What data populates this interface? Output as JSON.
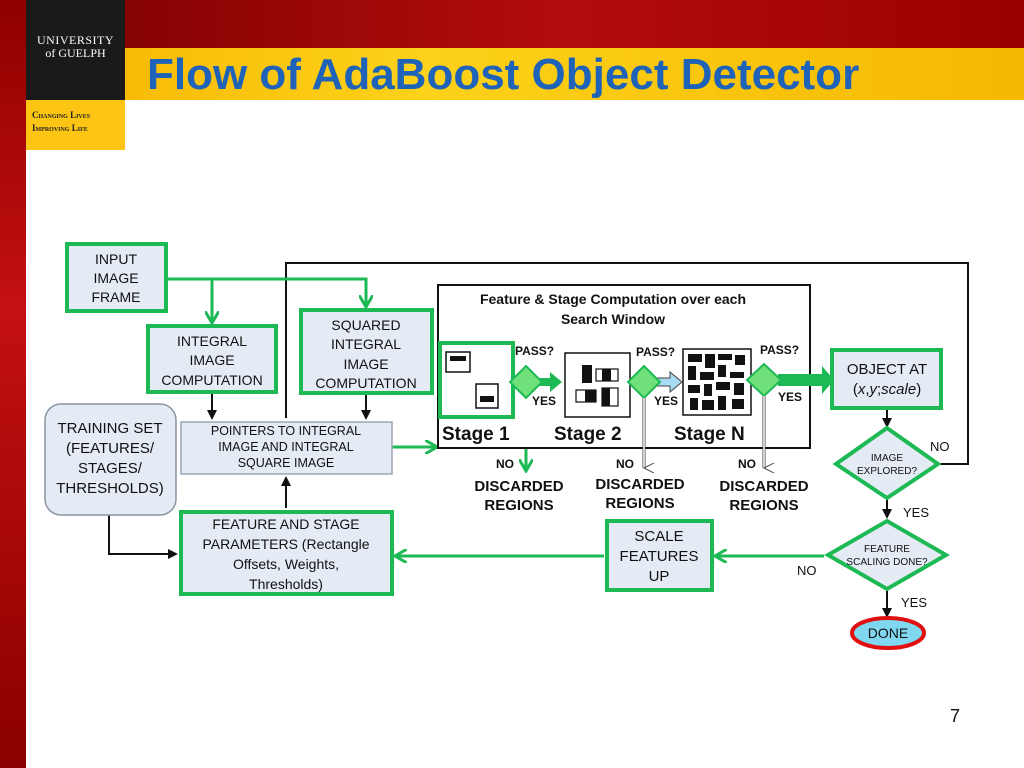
{
  "logo": {
    "line1": "UNIVERSITY",
    "line2": "of GUELPH"
  },
  "motto": {
    "line1": "Changing Lives",
    "line2": "Improving Life"
  },
  "title": "Flow of AdaBoost Object Detector",
  "page_number": "7",
  "colors": {
    "highlight_green": "#1db954",
    "title_blue": "#1f63b8",
    "box_fill": "#e4ebf4",
    "done_border": "#e01010",
    "done_fill": "#7fd8f0"
  },
  "diagram": {
    "input": [
      "INPUT",
      "IMAGE",
      "FRAME"
    ],
    "integral": [
      "INTEGRAL",
      "IMAGE",
      "COMPUTATION"
    ],
    "squared": [
      "SQUARED",
      "INTEGRAL",
      "IMAGE",
      "COMPUTATION"
    ],
    "pointers": [
      "POINTERS TO INTEGRAL",
      "IMAGE AND INTEGRAL",
      "SQUARE IMAGE"
    ],
    "training": [
      "TRAINING SET",
      "(FEATURES/",
      "STAGES/",
      "THRESHOLDS)"
    ],
    "feature_params": [
      "FEATURE AND STAGE",
      "PARAMETERS (Rectangle",
      "Offsets, Weights,",
      "Thresholds)"
    ],
    "stage_panel_title": [
      "Feature & Stage Computation over each",
      "Search Window"
    ],
    "stage1": "Stage 1",
    "stage2": "Stage 2",
    "stageN": "Stage N",
    "pass": "PASS?",
    "yes": "YES",
    "no": "NO",
    "discarded": [
      "DISCARDED",
      "REGIONS"
    ],
    "object_at": {
      "line1": "OBJECT AT",
      "open": "(",
      "x": "x",
      "sep1": ",",
      "y": "y",
      "sep2": ";",
      "scale": "scale",
      "close": ")"
    },
    "image_explored": [
      "IMAGE",
      "EXPLORED?"
    ],
    "scale_features": [
      "SCALE",
      "FEATURES",
      "UP"
    ],
    "feature_scaling": [
      "FEATURE",
      "SCALING DONE?"
    ],
    "done": "DONE"
  }
}
